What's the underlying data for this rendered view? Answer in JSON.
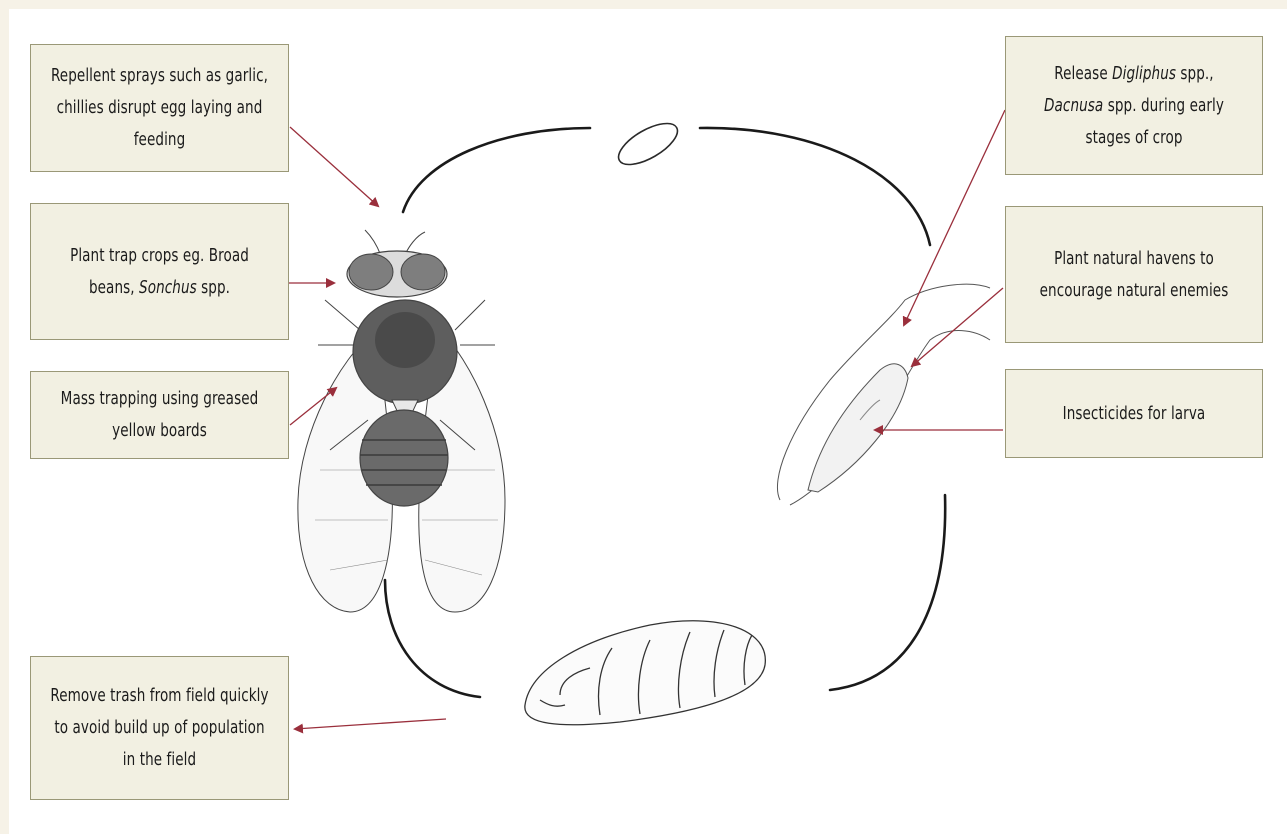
{
  "labels": {
    "repellent": "Repellent sprays such as garlic, chillies disrupt egg laying and feeding",
    "trap_crops_prefix": "Plant trap crops eg. Broad beans, ",
    "trap_crops_italic": "Sonchus",
    "trap_crops_suffix": " spp.",
    "mass_trapping": "Mass trapping using greased yellow boards",
    "remove_trash": "Remove trash from field quickly to avoid build up of population in the field",
    "release_prefix": "Release ",
    "release_italic1": "Digliphus",
    "release_mid": " spp., ",
    "release_italic2": "Dacnusa",
    "release_suffix": " spp. during early stages of crop",
    "havens": "Plant natural havens to encourage natural enemies",
    "insecticides": "Insecticides for larva"
  },
  "colors": {
    "arrow": "#9a2f3c",
    "box_fill": "#f2f0e2",
    "box_border": "#9a9877",
    "background": "#f6f2e7"
  }
}
